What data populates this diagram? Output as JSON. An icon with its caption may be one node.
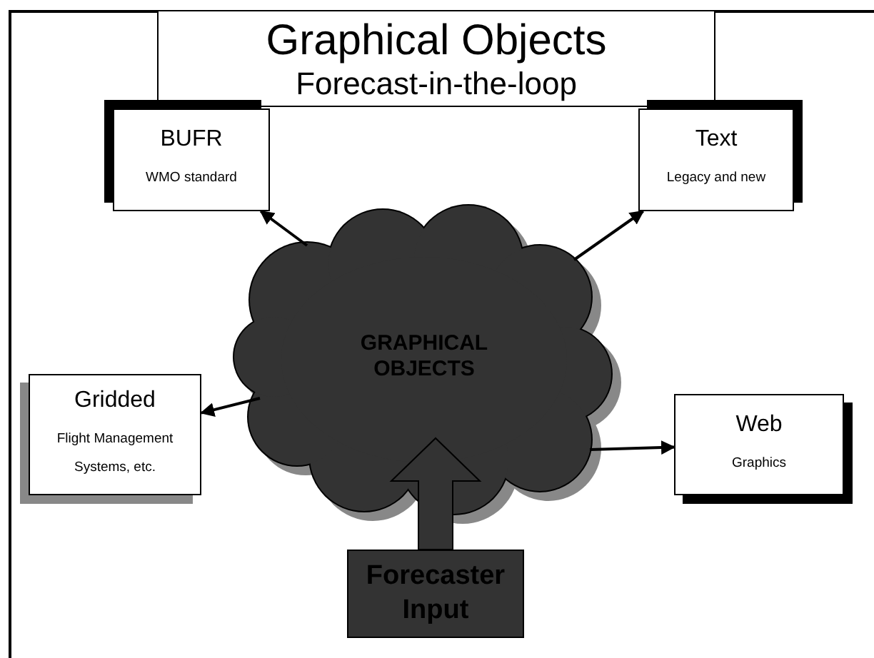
{
  "diagram": {
    "nodes": [
      {
        "text": [
          "Graphical Objects",
          "Forecast-in-the-loop"
        ]
      },
      {
        "text": [
          "BUFR",
          "WMO standard"
        ]
      },
      {
        "text": [
          "Text",
          "Legacy and new"
        ]
      },
      {
        "text": [
          "GRAPHICAL OBJECTS"
        ]
      },
      {
        "text": [
          "Gridded",
          "Flight Management Systems, etc."
        ]
      },
      {
        "text": [
          "Web",
          "Graphics"
        ]
      },
      {
        "text": [
          "Forecaster Input"
        ]
      }
    ],
    "edges": [
      {
        "from": 3,
        "to": 1,
        "arrow": "to"
      },
      {
        "from": 3,
        "to": 2,
        "arrow": "to"
      },
      {
        "from": 3,
        "to": 4,
        "arrow": "to"
      },
      {
        "from": 3,
        "to": 5,
        "arrow": "to"
      },
      {
        "from": 6,
        "to": 3,
        "arrow": "to",
        "style": "thick"
      }
    ]
  }
}
